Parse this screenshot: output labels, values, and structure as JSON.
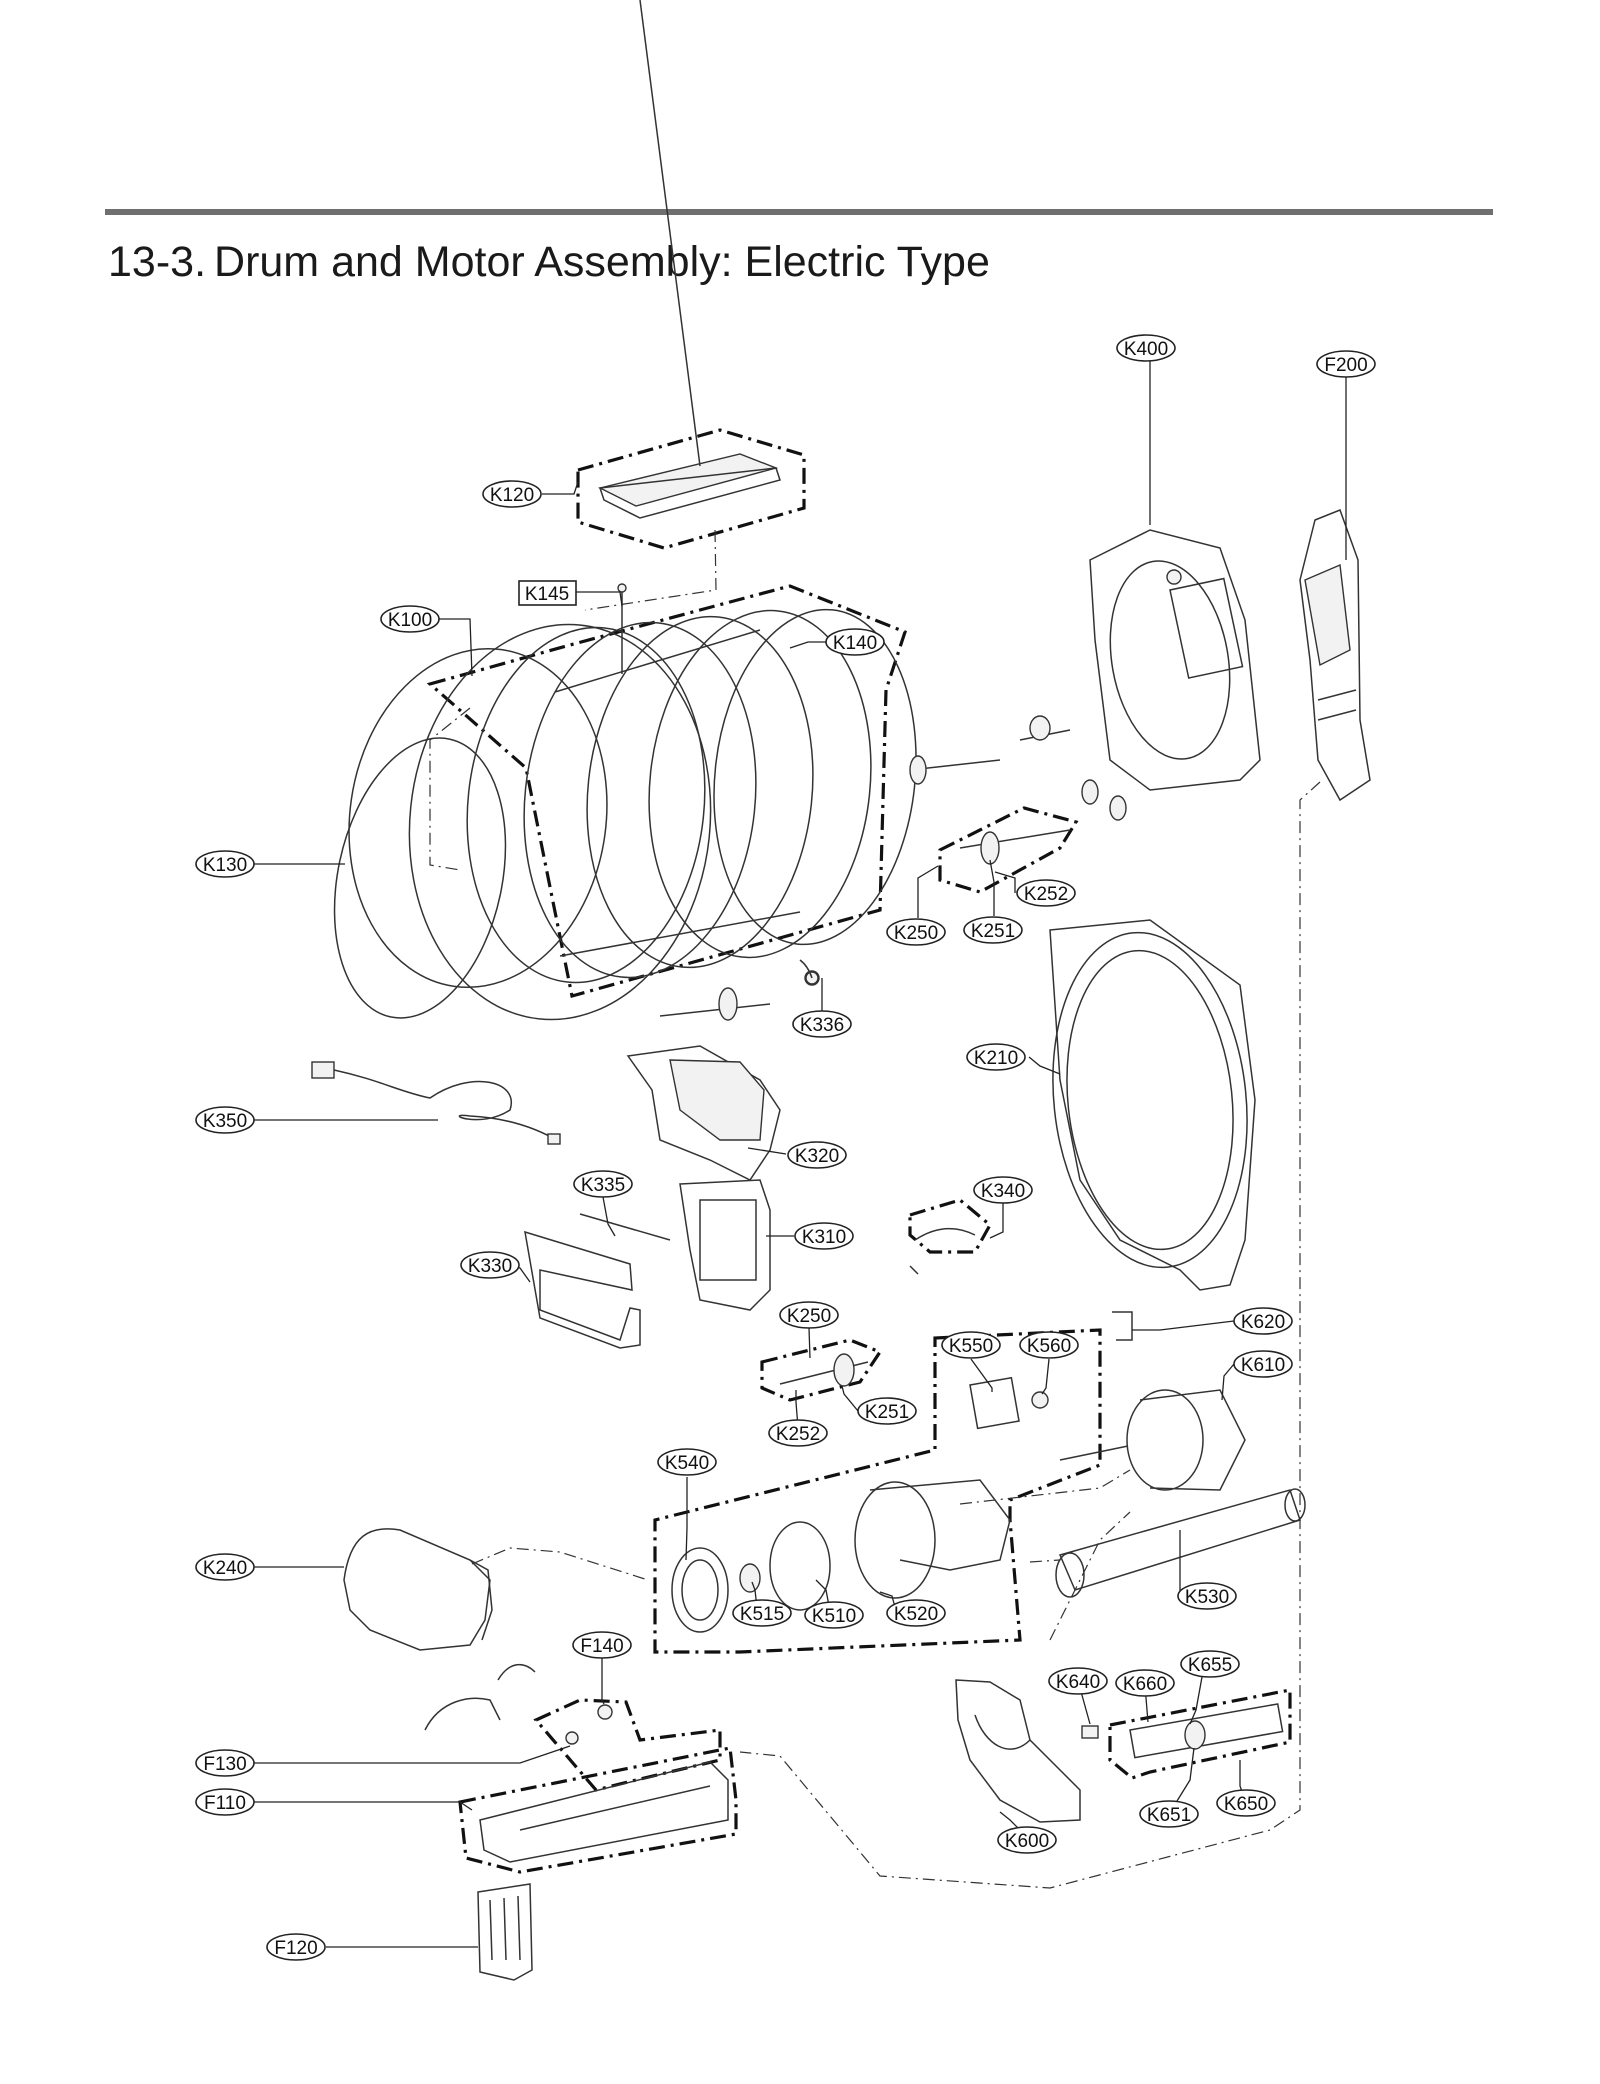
{
  "page": {
    "section_number": "13-3.",
    "title": "Drum and Motor Assembly: Electric Type"
  },
  "callouts": [
    {
      "id": "k400",
      "label": "K400",
      "shape": "oval"
    },
    {
      "id": "f200",
      "label": "F200",
      "shape": "oval"
    },
    {
      "id": "k120",
      "label": "K120",
      "shape": "oval"
    },
    {
      "id": "k145",
      "label": "K145",
      "shape": "rect"
    },
    {
      "id": "k100",
      "label": "K100",
      "shape": "oval"
    },
    {
      "id": "k140",
      "label": "K140",
      "shape": "oval"
    },
    {
      "id": "k130",
      "label": "K130",
      "shape": "oval"
    },
    {
      "id": "k252a",
      "label": "K252",
      "shape": "oval"
    },
    {
      "id": "k250a",
      "label": "K250",
      "shape": "oval"
    },
    {
      "id": "k251a",
      "label": "K251",
      "shape": "oval"
    },
    {
      "id": "k336",
      "label": "K336",
      "shape": "oval"
    },
    {
      "id": "k210",
      "label": "K210",
      "shape": "oval"
    },
    {
      "id": "k350",
      "label": "K350",
      "shape": "oval"
    },
    {
      "id": "k320",
      "label": "K320",
      "shape": "oval"
    },
    {
      "id": "k335",
      "label": "K335",
      "shape": "oval"
    },
    {
      "id": "k340",
      "label": "K340",
      "shape": "oval"
    },
    {
      "id": "k310",
      "label": "K310",
      "shape": "oval"
    },
    {
      "id": "k330",
      "label": "K330",
      "shape": "oval"
    },
    {
      "id": "k250b",
      "label": "K250",
      "shape": "oval"
    },
    {
      "id": "k550",
      "label": "K550",
      "shape": "oval"
    },
    {
      "id": "k560",
      "label": "K560",
      "shape": "oval"
    },
    {
      "id": "k620",
      "label": "K620",
      "shape": "oval"
    },
    {
      "id": "k610",
      "label": "K610",
      "shape": "oval"
    },
    {
      "id": "k251b",
      "label": "K251",
      "shape": "oval"
    },
    {
      "id": "k252b",
      "label": "K252",
      "shape": "oval"
    },
    {
      "id": "k540",
      "label": "K540",
      "shape": "oval"
    },
    {
      "id": "k240",
      "label": "K240",
      "shape": "oval"
    },
    {
      "id": "k530",
      "label": "K530",
      "shape": "oval"
    },
    {
      "id": "k515",
      "label": "K515",
      "shape": "oval"
    },
    {
      "id": "k510",
      "label": "K510",
      "shape": "oval"
    },
    {
      "id": "k520",
      "label": "K520",
      "shape": "oval"
    },
    {
      "id": "f140",
      "label": "F140",
      "shape": "oval"
    },
    {
      "id": "k655",
      "label": "K655",
      "shape": "oval"
    },
    {
      "id": "k640",
      "label": "K640",
      "shape": "oval"
    },
    {
      "id": "k660",
      "label": "K660",
      "shape": "oval"
    },
    {
      "id": "f130",
      "label": "F130",
      "shape": "oval"
    },
    {
      "id": "f110",
      "label": "F110",
      "shape": "oval"
    },
    {
      "id": "k651",
      "label": "K651",
      "shape": "oval"
    },
    {
      "id": "k650",
      "label": "K650",
      "shape": "oval"
    },
    {
      "id": "k600",
      "label": "K600",
      "shape": "oval"
    },
    {
      "id": "f120",
      "label": "F120",
      "shape": "oval"
    }
  ]
}
